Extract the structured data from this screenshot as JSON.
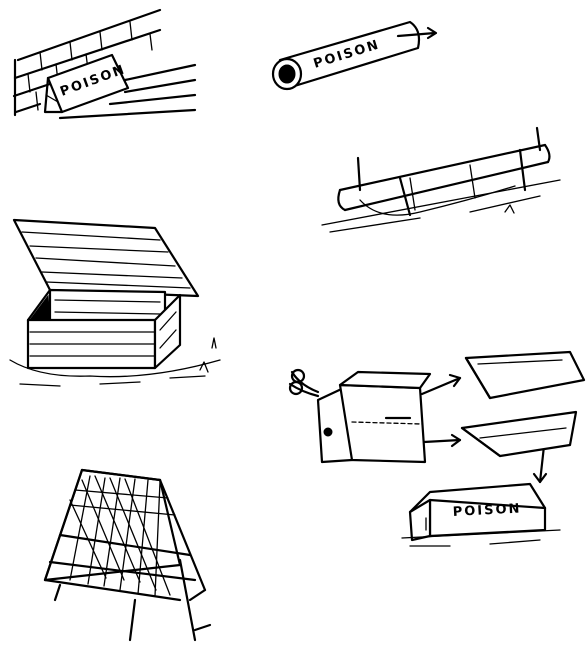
{
  "labels": {
    "wall_sign": "POISON",
    "pipe_sign": "POISON",
    "shelter_sign": "POISON"
  },
  "colors": {
    "ink": "#000000",
    "paper": "#ffffff"
  }
}
